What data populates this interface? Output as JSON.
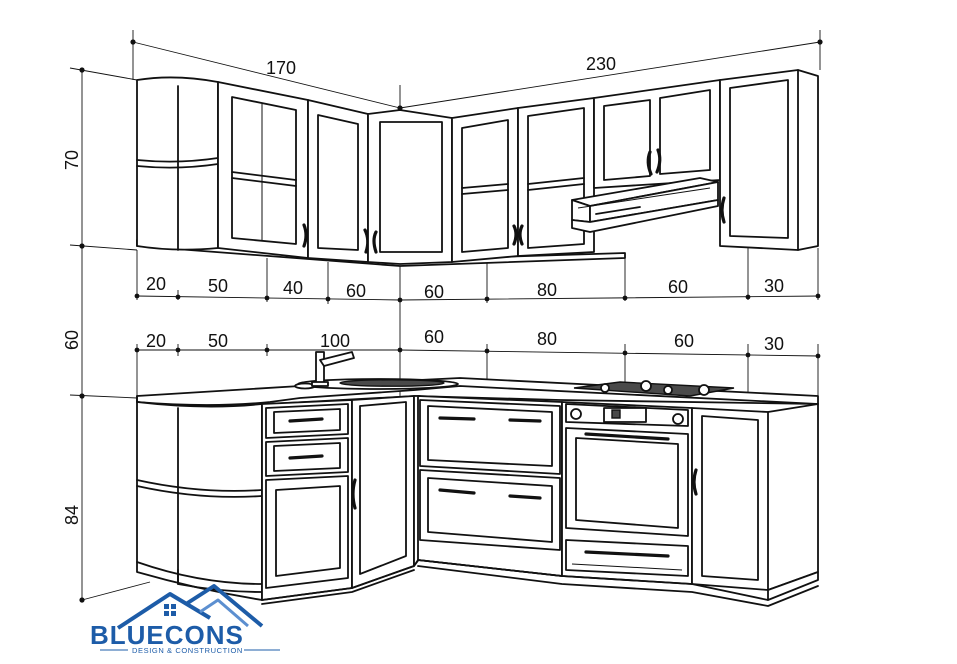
{
  "dimensions": {
    "top_left_width": "170",
    "top_right_width": "230",
    "wall_height": "70",
    "gap_height": "60",
    "base_height": "84",
    "upper_row": [
      "20",
      "50",
      "40",
      "60",
      "60",
      "80",
      "60",
      "30"
    ],
    "lower_row": [
      "20",
      "50",
      "100",
      "60",
      "80",
      "60",
      "30"
    ]
  },
  "logo": {
    "name": "BLUECONS",
    "tagline": "DESIGN & CONSTRUCTION",
    "color": "#1d5ca8"
  }
}
